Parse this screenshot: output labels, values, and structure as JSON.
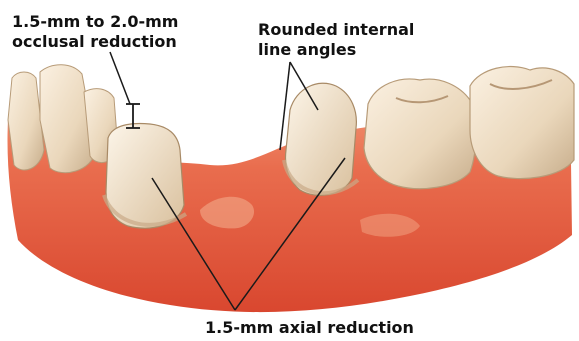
{
  "labels": {
    "occlusal_line1": "1.5-mm to 2.0-mm",
    "occlusal_line2": "occlusal reduction",
    "rounded_line1": "Rounded internal",
    "rounded_line2": "line angles",
    "axial": "1.5-mm axial reduction"
  },
  "colors": {
    "gum": "#e65a3f",
    "gum_light": "#f3a27f",
    "tooth": "#f1e2cc",
    "tooth_shadow": "#c9b395",
    "line": "#1a1a1a"
  }
}
